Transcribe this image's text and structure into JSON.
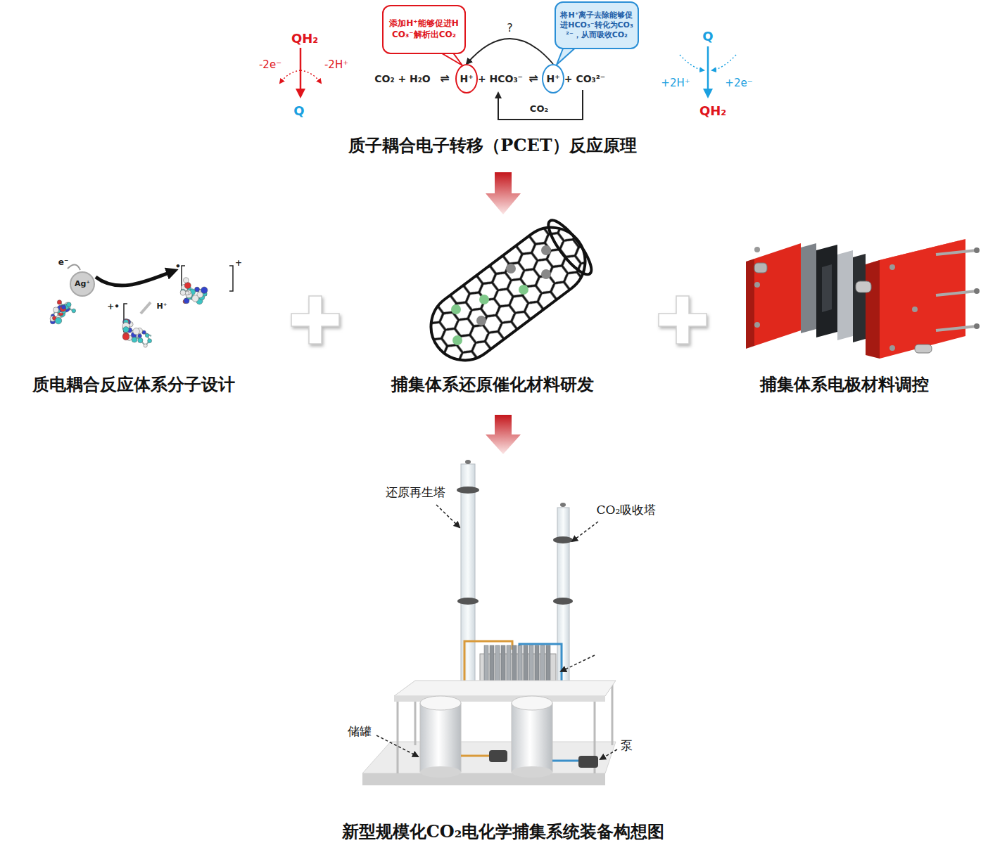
{
  "diagram": {
    "nodes": [
      {
        "text": [
          "添加H⁺能够促进HCO₃⁻解析出CO₂"
        ]
      },
      {
        "text": [
          "将H⁺离子去除能够促进HCO₃⁻转化为CO₃²⁻，从而吸收CO₂"
        ]
      },
      {
        "text": [
          "H⁺"
        ]
      },
      {
        "text": [
          "H⁺"
        ]
      },
      {
        "text": [
          "Ag⁺"
        ]
      }
    ],
    "edges": [
      {
        "from": 3,
        "to": 2,
        "arrow": "to",
        "label": "?"
      }
    ],
    "labels": [
      "QH₂",
      "-2e⁻",
      "-2H⁺",
      "Q",
      "CO₂ + H₂O",
      "⇌",
      "+ HCO₃⁻",
      "⇌",
      "+ CO₃²⁻",
      "CO₂",
      "Q",
      "+2H⁺",
      "+2e⁻",
      "QH₂",
      "质子耦合电子转移（PCET）反应原理",
      "e⁻",
      "H⁺",
      "+•",
      "•",
      "+",
      "质电耦合反应体系分子设计",
      "捕集体系还原催化材料研发",
      "捕集体系电极材料调控",
      "还原再生塔",
      "CO₂吸收塔",
      "储罐",
      "泵",
      "新型规模化CO₂电化学捕集系统装备构想图"
    ]
  }
}
